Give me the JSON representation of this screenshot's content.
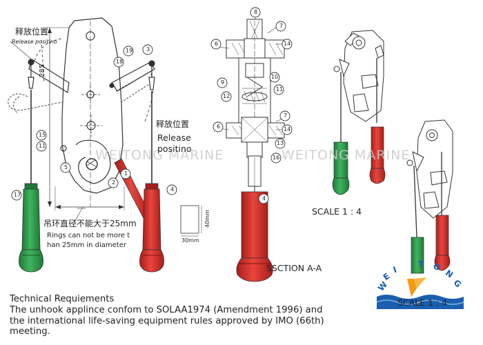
{
  "left_view": {
    "release_position_cn": "释放位置",
    "release_position_en": "Release positino",
    "ring_limit_cn": "吊环直径不能大于25mm",
    "ring_limit_en_line1": "Rings can not be more t",
    "ring_limit_en_line2": "han 25mm in diameter",
    "release_position2_cn": "释放位置",
    "release_position2_en_line1": "Release",
    "release_position2_en_line2": "positino",
    "dimension_285": "285",
    "dimension_40mm": "40mm",
    "dimension_30mm": "30mm",
    "callouts": [
      "17",
      "15",
      "11",
      "5",
      "18",
      "19",
      "3",
      "2",
      "1",
      "4"
    ]
  },
  "section_view": {
    "title": "SSCTION A-A",
    "callouts": [
      "8",
      "7",
      "6",
      "14",
      "9",
      "10",
      "11",
      "12",
      "7",
      "6",
      "14",
      "13",
      "16",
      "4"
    ]
  },
  "scale_labels": [
    "SCALE 1 : 4",
    "SCALE 1 : 4"
  ],
  "watermark": [
    "WEITONG MARINE",
    "WEITONG MARINE"
  ],
  "logo": {
    "letters": [
      "W",
      "E",
      "I",
      "T",
      "O",
      "N",
      "G"
    ],
    "colors": {
      "blue": "#1a5fb0",
      "orange": "#f39c12"
    }
  },
  "technical": {
    "heading": "Technical Requiements",
    "line1": "The unhook applince confom to SOLAA1974 (Amendment 1996) and",
    "line2": "the international life-saving equipment rules approved by IMO (66th)",
    "line3": "meeting."
  },
  "colors": {
    "green": "#2e9b4a",
    "red": "#d9302a",
    "line": "#333333"
  }
}
